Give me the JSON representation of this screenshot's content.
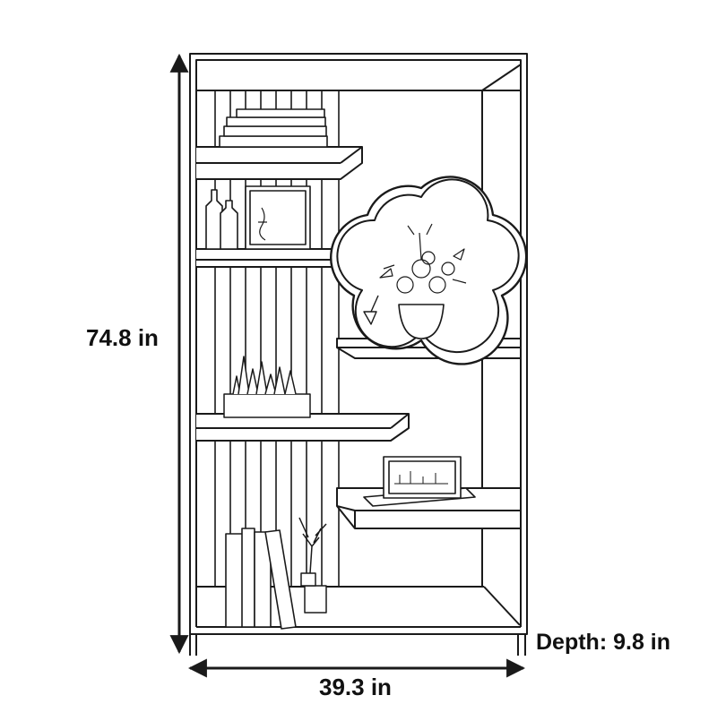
{
  "dimensions": {
    "height": "74.8 in",
    "width": "39.3 in",
    "depth": "Depth: 9.8 in"
  },
  "colors": {
    "line": "#1a1a1a",
    "background": "#ffffff"
  },
  "icons": {
    "frame": "bookshelf-frame",
    "decor": [
      "books-stack-icon",
      "bottles-icon",
      "picture-frame-icon",
      "quatrefoil-ornament-icon",
      "crystal-decor-icon",
      "photo-frame-icon",
      "upright-books-icon",
      "deer-figurine-icon"
    ]
  }
}
